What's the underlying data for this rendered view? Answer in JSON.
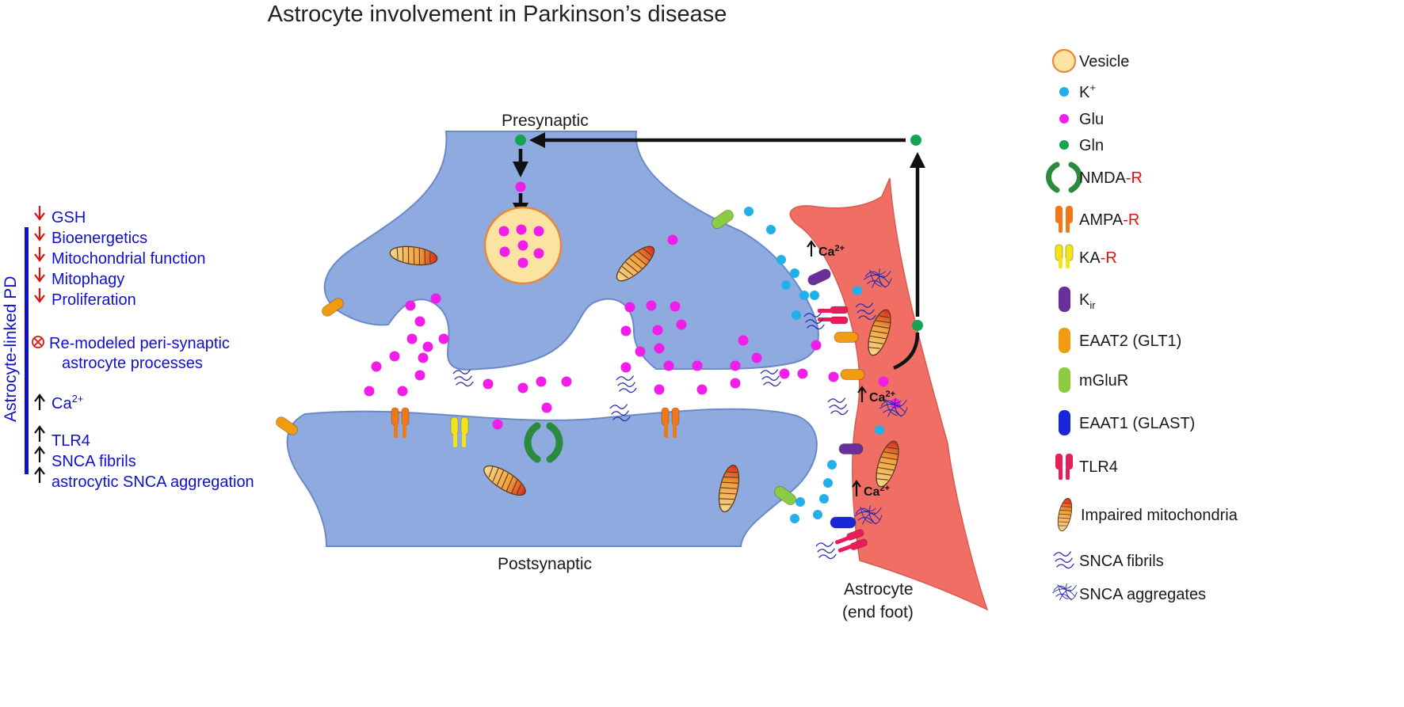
{
  "title": "Astrocyte involvement in Parkinson’s disease",
  "labels": {
    "presynaptic": "Presynaptic",
    "postsynaptic": "Postsynaptic",
    "astrocyte_line1": "Astrocyte",
    "astrocyte_line2": "(end foot)",
    "ca": "Ca",
    "ca_sup": "2+"
  },
  "side_panel": {
    "vertical_label": "Astrocyte-linked PD",
    "decreased": [
      "GSH",
      "Bioenergetics",
      "Mitochondrial function",
      "Mitophagy",
      "Proliferation"
    ],
    "remodeled_line1": "Re-modeled peri-synaptic",
    "remodeled_line2": "astrocyte processes",
    "increased_ca": "Ca",
    "increased_ca_sup": "2+",
    "increased": [
      "TLR4",
      "SNCA fibrils",
      "astrocytic SNCA aggregation"
    ]
  },
  "legend": {
    "vesicle": "Vesicle",
    "k": "K",
    "k_sup": "+",
    "glu": "Glu",
    "gln": "Gln",
    "nmda": "NMDA",
    "ampa": "AMPA",
    "ka": "KA",
    "r_suffix": "-R",
    "kir": "K",
    "kir_sub": "ir",
    "eaat2": "EAAT2 (GLT1)",
    "mglur": "mGluR",
    "eaat1": "EAAT1 (GLAST)",
    "tlr4": "TLR4",
    "mito": "Impaired mitochondria",
    "fibrils": "SNCA fibrils",
    "aggregates": "SNCA aggregates"
  },
  "colors": {
    "neuron": "#8eaadf",
    "astrocyte": "#f06e64",
    "vesicle_fill": "#fde3a2",
    "vesicle_stroke": "#e8883a",
    "k": "#22b0ea",
    "glu": "#f01ee8",
    "gln": "#15a450",
    "nmda": "#2a8a3e",
    "ampa": "#f07818",
    "ka": "#f2e41a",
    "kir": "#6a2f9a",
    "eaat2": "#f29a10",
    "mglur": "#8ccc42",
    "eaat1": "#1828d8",
    "tlr4": "#e81e5a",
    "text_blue": "#1010cc",
    "arrow_red": "#e0120e"
  }
}
